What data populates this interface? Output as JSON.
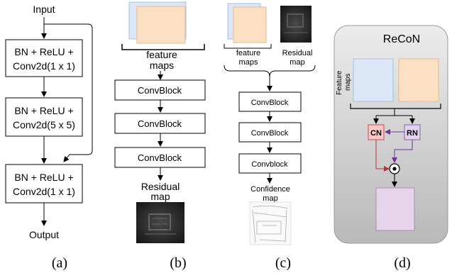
{
  "panel_a": {
    "input_label": "Input",
    "output_label": "Output",
    "blocks": [
      {
        "line1": "BN + ReLU +",
        "line2": "Conv2d(1 x 1)"
      },
      {
        "line1": "BN + ReLU +",
        "line2": "Conv2d(5 x 5)"
      },
      {
        "line1": "BN + ReLU +",
        "line2": "Conv2d(1 x 1)"
      }
    ]
  },
  "panel_b": {
    "feature_label_1": "feature",
    "feature_label_2": "maps",
    "blocks": [
      "ConvBlock",
      "ConvBlock",
      "ConvBlock"
    ],
    "residual_label_1": "Residual",
    "residual_label_2": "map"
  },
  "panel_c": {
    "feature_label_1": "feature",
    "feature_label_2": "maps",
    "residual_label_1": "Residual",
    "residual_label_2": "map",
    "blocks": [
      "ConvBlock",
      "ConvBlock",
      "Convblock"
    ],
    "confidence_label_1": "Confidence",
    "confidence_label_2": "map"
  },
  "panel_d": {
    "title": "ReCoN",
    "feature_label_1": "Feature",
    "feature_label_2": "maps",
    "cn_label": "CN",
    "rn_label": "RN",
    "multiply_symbol": "⊙"
  },
  "captions": [
    "(a)",
    "(b)",
    "(c)",
    "(d)"
  ],
  "colors": {
    "feature_blue": "#dbe6f7",
    "feature_orange": "#fce0c4",
    "cn_fill": "#f6c8c8",
    "cn_stroke": "#c0504d",
    "rn_fill": "#e3d2ef",
    "rn_stroke": "#8064a2",
    "output_fill": "#e6d5ea",
    "recon_bg": "#d4d4d4",
    "red_arrow": "#b83232",
    "purple_arrow": "#7030a0"
  }
}
